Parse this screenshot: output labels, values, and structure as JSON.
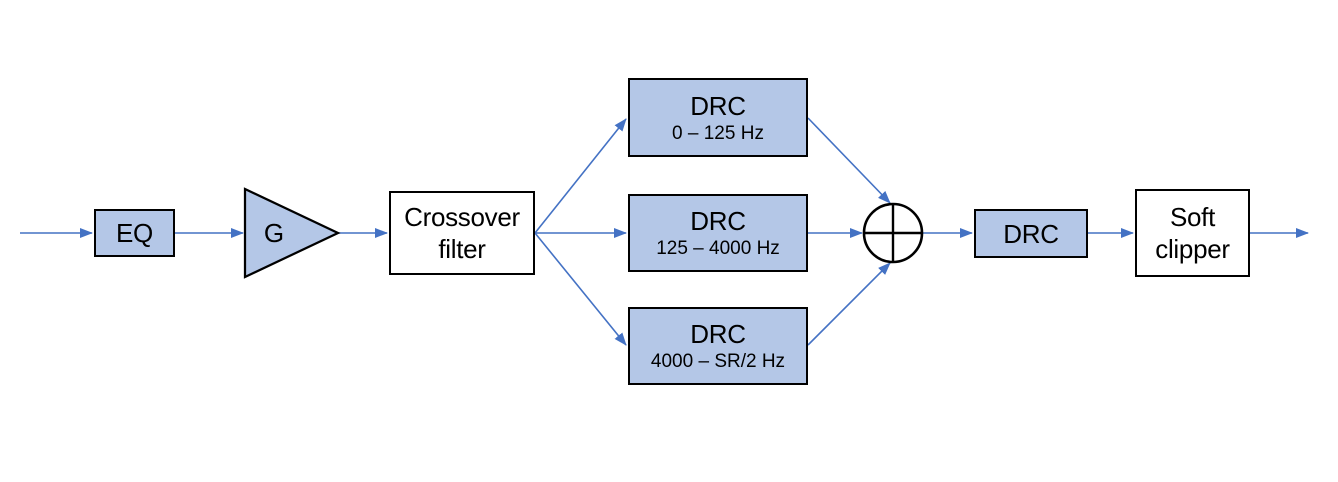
{
  "page": {
    "description": "Block diagram of a multiband audio dynamics processing chain",
    "background": "#ffffff"
  },
  "colors": {
    "node_fill": "#b4c7e7",
    "node_border": "#000000",
    "wire": "#4472c4",
    "text": "#000000",
    "white_fill": "#ffffff"
  },
  "nodes": {
    "eq": {
      "label": "EQ"
    },
    "gain": {
      "label": "G"
    },
    "crossover": {
      "label_line1": "Crossover",
      "label_line2": "filter"
    },
    "drc_low": {
      "label": "DRC",
      "band": "0 – 125 Hz"
    },
    "drc_mid": {
      "label": "DRC",
      "band": "125 – 4000 Hz"
    },
    "drc_high": {
      "label": "DRC",
      "band": "4000 – SR/2 Hz"
    },
    "sum": {
      "icon": "circled-plus"
    },
    "drc_post": {
      "label": "DRC"
    },
    "soft_clipper": {
      "label_line1": "Soft",
      "label_line2": "clipper"
    }
  }
}
